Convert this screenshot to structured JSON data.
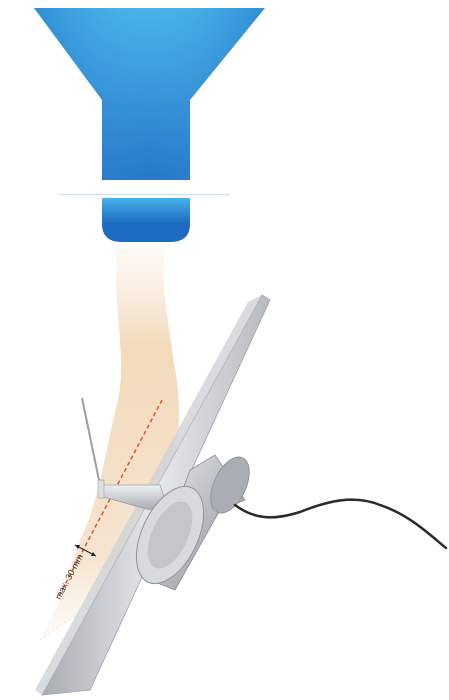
{
  "diagram": {
    "dimension_label": "max. 30 mm",
    "colors": {
      "hopper_top": "#3aa7e0",
      "hopper_bottom": "#1f6fc4",
      "flow": "#f3d8b8",
      "plate": "#c9cdd2",
      "sensor_body": "#bfc3c8",
      "cable": "#2b2b2b",
      "guide_line": "#e0522b"
    },
    "icons": [
      "hopper-icon",
      "material-flow",
      "inclined-plate",
      "sensor-icon",
      "cable-icon"
    ]
  }
}
